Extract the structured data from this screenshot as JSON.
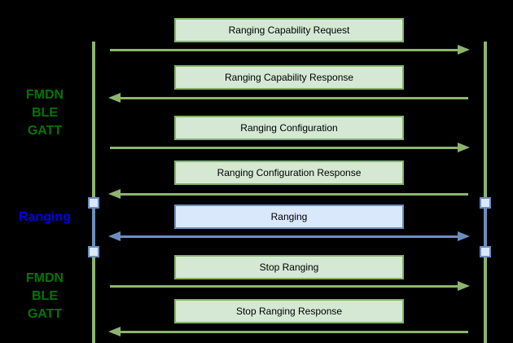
{
  "diagram": {
    "type": "sequence-message-flow",
    "background_color": "#000000",
    "side_labels": [
      {
        "name": "fmdn-ble-gatt-top",
        "color": "#007700",
        "lines": [
          "FMDN",
          "BLE",
          "GATT"
        ]
      },
      {
        "name": "ranging",
        "color": "#0000F0",
        "lines": [
          "Ranging"
        ]
      },
      {
        "name": "fmdn-ble-gatt-bottom",
        "color": "#007700",
        "lines": [
          "FMDN",
          "BLE",
          "GATT"
        ]
      }
    ],
    "messages": [
      {
        "label": "Ranging Capability Request",
        "direction": "left-to-right",
        "theme": "green"
      },
      {
        "label": "Ranging Capability Response",
        "direction": "right-to-left",
        "theme": "green"
      },
      {
        "label": "Ranging Configuration",
        "direction": "left-to-right",
        "theme": "green"
      },
      {
        "label": "Ranging Configuration Response",
        "direction": "right-to-left",
        "theme": "green"
      },
      {
        "label": "Ranging",
        "direction": "bidirectional",
        "theme": "blue"
      },
      {
        "label": "Stop Ranging",
        "direction": "left-to-right",
        "theme": "green"
      },
      {
        "label": "Stop Ranging Response",
        "direction": "right-to-left",
        "theme": "green"
      }
    ],
    "lifelines": {
      "count": 2,
      "endpoint_markers": 4
    },
    "colors": {
      "green_line": "#8CB46F",
      "green_box_fill": "#D5E8D4",
      "green_box_border": "#82B366",
      "blue_line": "#6C8EBF",
      "blue_box_fill": "#DAE8FC",
      "blue_box_border": "#6C8EBF",
      "label_green": "#007700",
      "label_blue": "#0000F0",
      "box_text": "#000000"
    }
  }
}
